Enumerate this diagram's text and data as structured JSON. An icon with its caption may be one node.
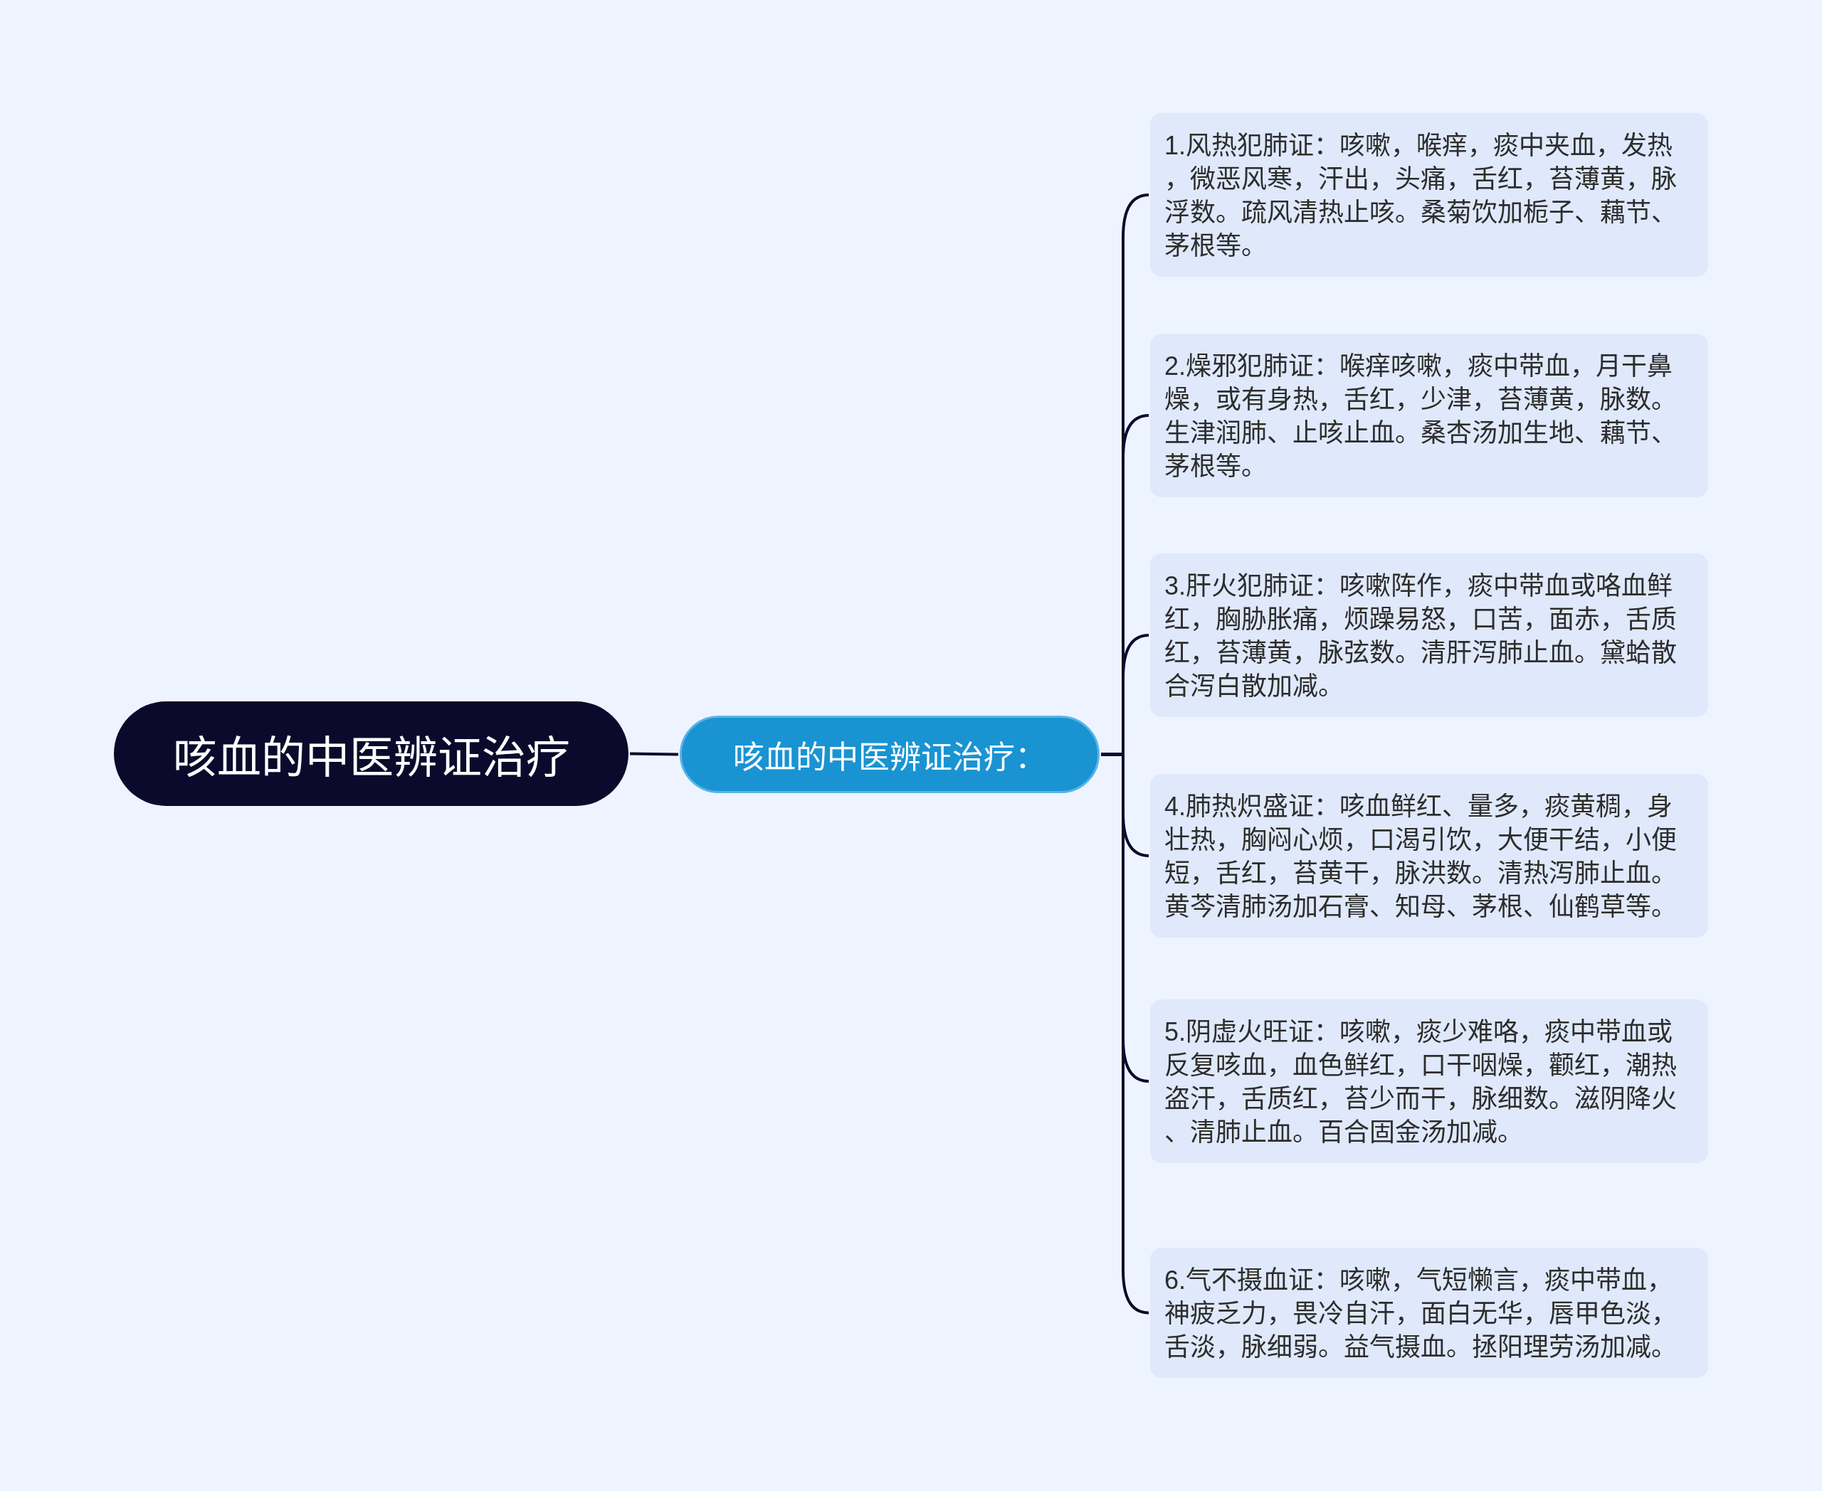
{
  "diagram": {
    "nodes": [
      {
        "text": [
          "咳血的中医辨证治疗"
        ]
      },
      {
        "text": [
          "咳血的中医辨证治疗："
        ]
      },
      {
        "text": [
          "1.风热犯肺证：咳嗽，喉痒，痰中夹血，发热，微恶风寒，汗出，头痛，舌红，苔薄黄，脉浮数。疏风清热止咳。桑菊饮加栀子、藕节、茅根等。"
        ]
      },
      {
        "text": [
          "2.燥邪犯肺证：喉痒咳嗽，痰中带血，月干鼻燥，或有身热，舌红，少津，苔薄黄，脉数。生津润肺、止咳止血。桑杏汤加生地、藕节、茅根等。"
        ]
      },
      {
        "text": [
          "3.肝火犯肺证：咳嗽阵作，痰中带血或咯血鲜红，胸胁胀痛，烦躁易怒，口苦，面赤，舌质红，苔薄黄，脉弦数。清肝泻肺止血。黛蛤散合泻白散加减。"
        ]
      },
      {
        "text": [
          "4.肺热炽盛证：咳血鲜红、量多，痰黄稠，身壮热，胸闷心烦，口渴引饮，大便干结，小便短，舌红，苔黄干，脉洪数。清热泻肺止血。黄芩清肺汤加石膏、知母、茅根、仙鹤草等。"
        ]
      },
      {
        "text": [
          "5.阴虚火旺证：咳嗽，痰少难咯，痰中带血或反复咳血，血色鲜红，口干咽燥，颧红，潮热盗汗，舌质红，苔少而干，脉细数。滋阴降火、清肺止血。百合固金汤加减。"
        ]
      },
      {
        "text": [
          "6.气不摄血证：咳嗽，气短懒言，痰中带血，神疲乏力，畏冷自汗，面白无华，唇甲色淡，舌淡，脉细弱。益气摄血。拯阳理劳汤加减。"
        ]
      }
    ],
    "edges": [
      {
        "from": 0,
        "to": 1,
        "arrow": "none"
      },
      {
        "from": 1,
        "to": 2,
        "arrow": "none"
      },
      {
        "from": 1,
        "to": 3,
        "arrow": "none"
      },
      {
        "from": 1,
        "to": 4,
        "arrow": "none"
      },
      {
        "from": 1,
        "to": 5,
        "arrow": "none"
      },
      {
        "from": 1,
        "to": 6,
        "arrow": "none"
      },
      {
        "from": 1,
        "to": 7,
        "arrow": "none"
      }
    ]
  }
}
